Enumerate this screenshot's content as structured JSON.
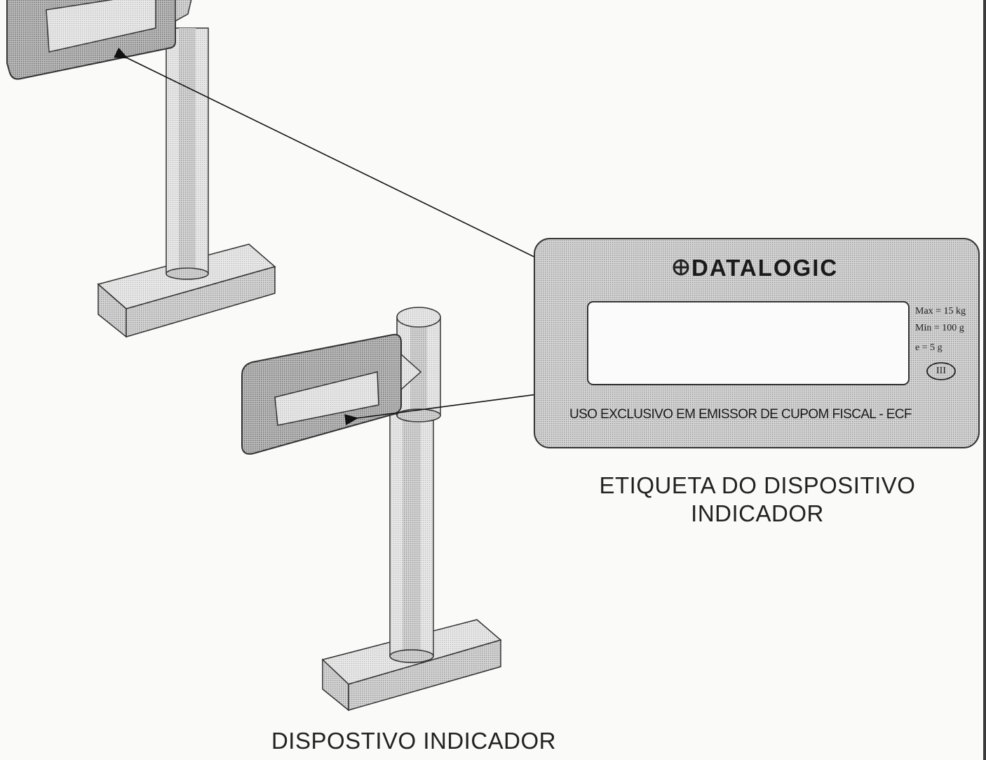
{
  "label": {
    "brand": "DATALOGIC",
    "max": "Max = 15 kg",
    "min": "Min = 100 g",
    "e": "e = 5 g",
    "class": "III",
    "footer": "USO EXCLUSIVO EM  EMISSOR DE CUPOM FISCAL - ECF"
  },
  "captions": {
    "label_line1": "ETIQUETA DO DISPOSITIVO",
    "label_line2": "INDICADOR",
    "device": "DISPOSTIVO INDICADOR"
  }
}
